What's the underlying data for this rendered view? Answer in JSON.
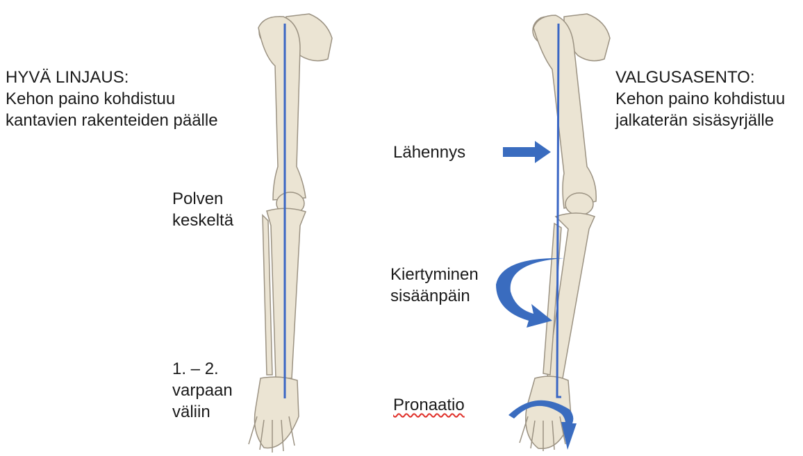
{
  "left_panel": {
    "heading": "HYVÄ LINJAUS:",
    "desc_line1": "Kehon paino kohdistuu",
    "desc_line2": "kantavien rakenteiden päälle",
    "knee_label_line1": "Polven",
    "knee_label_line2": "keskeltä",
    "toe_label_line1": "1. – 2.",
    "toe_label_line2": "varpaan",
    "toe_label_line3": "väliin"
  },
  "right_panel": {
    "heading": "VALGUSASENTO:",
    "desc_line1": "Kehon paino kohdistuu",
    "desc_line2": "jalkaterän sisäsyrjälle",
    "adduction_label": "Lähennys",
    "rotation_label_line1": "Kiertyminen",
    "rotation_label_line2": "sisäänpäin",
    "pronation_label": "Pronaatio"
  },
  "colors": {
    "bone": "#ebe4d3",
    "bone_outline": "#9b9282",
    "alignment_line": "#3a66c4",
    "arrow": "#3a6cbf",
    "spellcheck_underline": "#e0302a"
  }
}
